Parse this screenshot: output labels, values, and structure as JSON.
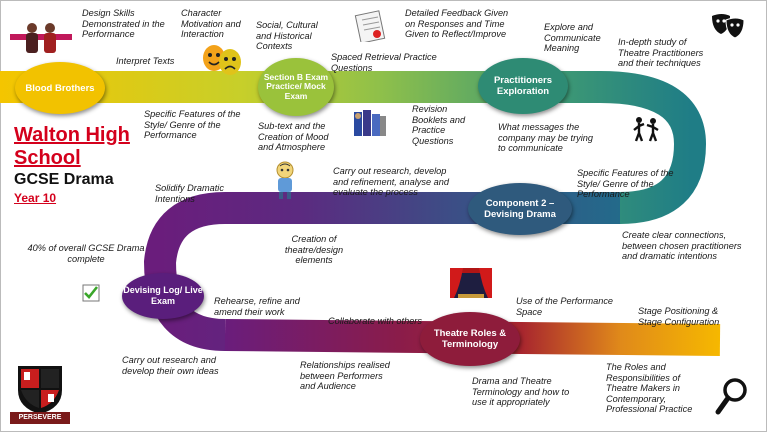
{
  "title": {
    "school_line1": "Walton High",
    "school_line2": "School",
    "subject": "GCSE Drama",
    "year": "Year 10"
  },
  "nodes": [
    {
      "id": "blood",
      "label": "Blood Brothers",
      "color": "#f2c200"
    },
    {
      "id": "sectionb",
      "label": "Section B Exam Practice/ Mock Exam",
      "color": "#9ac23b"
    },
    {
      "id": "practitioners",
      "label": "Practitioners Exploration",
      "color": "#2e8b74"
    },
    {
      "id": "component2",
      "label": "Component 2 – Devising Drama",
      "color": "#2f5a7d"
    },
    {
      "id": "devlog",
      "label": "Devising Log/ Live Exam",
      "color": "#5a1e7c"
    },
    {
      "id": "theatreroles",
      "label": "Theatre Roles & Terminology",
      "color": "#8e1c3b"
    }
  ],
  "labels": {
    "design_skills": "Design Skills Demonstrated in the Performance",
    "character_motivation": "Character Motivation and Interaction",
    "social_cultural": "Social, Cultural and Historical Contexts",
    "detailed_feedback": "Detailed Feedback Given on Responses and Time Given to Reflect/Improve",
    "explore_communicate": "Explore and Communicate Meaning",
    "indepth_study": "In-depth study of Theatre Practitioners and their techniques",
    "interpret_texts": "Interpret Texts",
    "spaced_retrieval": "Spaced Retrieval Practice Questions",
    "specific_features_1": "Specific Features of the Style/ Genre of the Performance",
    "subtext": "Sub-text and the Creation of Mood and Atmosphere",
    "revision_booklets": "Revision Booklets and Practice Questions",
    "what_messages": "What messages the company may be trying to communicate",
    "solidify": "Solidify Dramatic Intentions",
    "carry_out_research_1": "Carry out research, develop and refinement, analyse and evaluate the process",
    "specific_features_2": "Specific Features of the Style/ Genre of the Performance",
    "percent_40": "40% of overall GCSE Drama complete",
    "creation_design": "Creation of theatre/design elements",
    "create_connections": "Create clear connections, between chosen practitioners and dramatic intentions",
    "rehearse": "Rehearse, refine and amend their work",
    "use_performance_space": "Use of the Performance Space",
    "stage_positioning": "Stage Positioning & Stage Configuration",
    "collaborate": "Collaborate with others",
    "carry_out_research_2": "Carry out research and develop their own ideas",
    "relationships": "Relationships realised between Performers and Audience",
    "drama_terminology": "Drama and Theatre Terminology and how to use it appropriately",
    "roles_responsibilities": "The Roles and Responsibilities of Theatre Makers in Contemporary, Professional Practice"
  },
  "crest": {
    "motto": "PERSEVERE"
  },
  "icons": [
    "people-icon",
    "theatre-masks-icon",
    "document-icon",
    "comedy-tragedy-masks-icon",
    "books-icon",
    "actors-icon",
    "thinking-figure-icon",
    "checkmark-icon",
    "stage-curtains-icon",
    "magnifying-glass-icon",
    "school-crest-icon"
  ]
}
